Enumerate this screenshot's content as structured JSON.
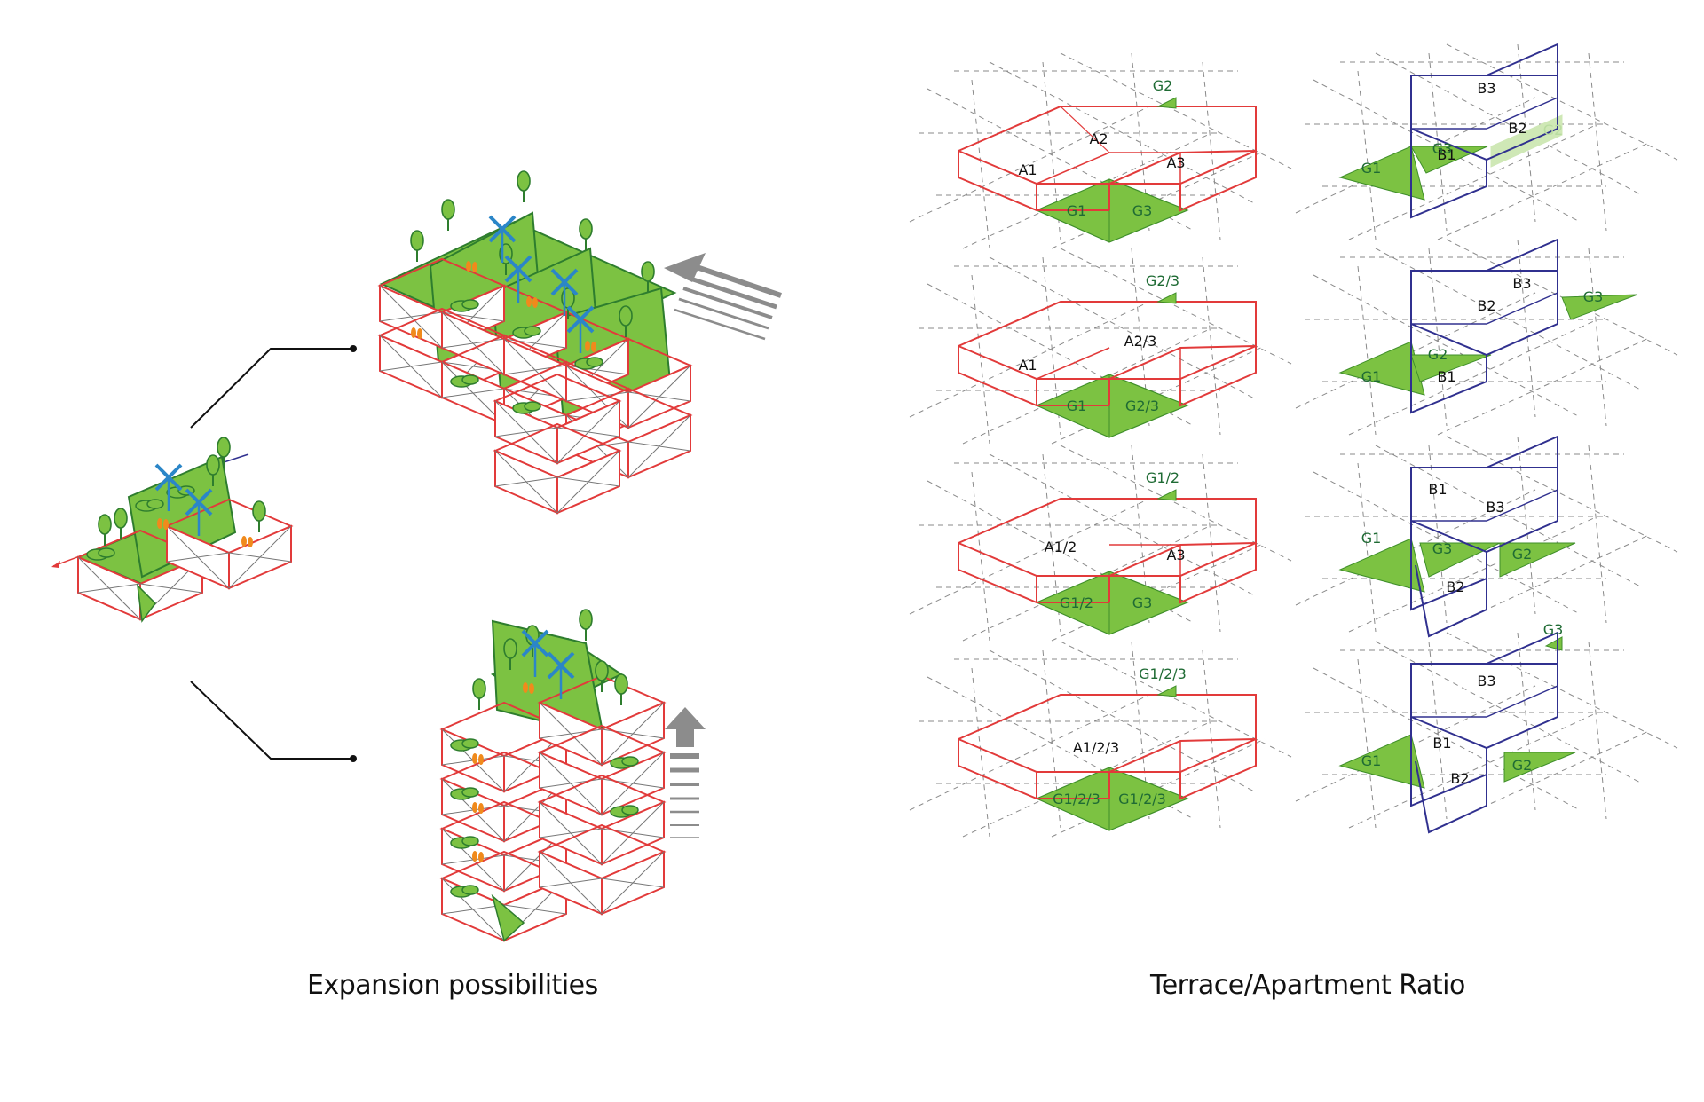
{
  "captions": {
    "expansion": "Expansion possibilities",
    "ratio": "Terrace/Apartment Ratio"
  },
  "colors": {
    "apartment_outline_A": "#e23a3a",
    "apartment_outline_B": "#30308f",
    "terrace_fill": "#7cc242",
    "terrace_label": "#1f6b34",
    "grid_dashed": "#8a8a8a",
    "arrow_gray": "#8c8c8c",
    "turbine_blue": "#2b86c8",
    "people_orange": "#f08a1c"
  },
  "icons": {
    "turbine": "wind-turbine-icon",
    "tree": "tree-icon",
    "arrow_diagonal": "growth-arrow-diagonal-icon",
    "arrow_up": "growth-arrow-up-icon"
  },
  "ratio_rows": [
    {
      "a_variant": {
        "apartments": [
          "A1",
          "A2",
          "A3"
        ],
        "terraces": [
          "G1",
          "G3"
        ],
        "roof_terrace": "G2"
      },
      "b_variant": {
        "apartments": [
          "B3",
          "B2",
          "B1"
        ],
        "terraces": [
          "G1",
          "G3"
        ],
        "faded_terrace": "G2"
      }
    },
    {
      "a_variant": {
        "apartments": [
          "A1",
          "A2/3"
        ],
        "terraces": [
          "G1",
          "G2/3"
        ],
        "roof_terrace": "G2/3"
      },
      "b_variant": {
        "apartments": [
          "B3",
          "B2",
          "B1"
        ],
        "terraces": [
          "G1",
          "G2",
          "G3"
        ]
      }
    },
    {
      "a_variant": {
        "apartments": [
          "A1/2",
          "A3"
        ],
        "terraces": [
          "G1/2",
          "G3"
        ],
        "roof_terrace": "G1/2"
      },
      "b_variant": {
        "apartments": [
          "B1",
          "B3",
          "B2"
        ],
        "terraces": [
          "G1",
          "G3",
          "G2"
        ]
      }
    },
    {
      "a_variant": {
        "apartments": [
          "A1/2/3"
        ],
        "terraces": [
          "G1/2/3",
          "G1/2/3"
        ],
        "roof_terrace": "G1/2/3"
      },
      "b_variant": {
        "apartments": [
          "B3",
          "B1",
          "B2"
        ],
        "terraces": [
          "G1",
          "G2"
        ],
        "roof_terrace": "G3"
      }
    }
  ]
}
